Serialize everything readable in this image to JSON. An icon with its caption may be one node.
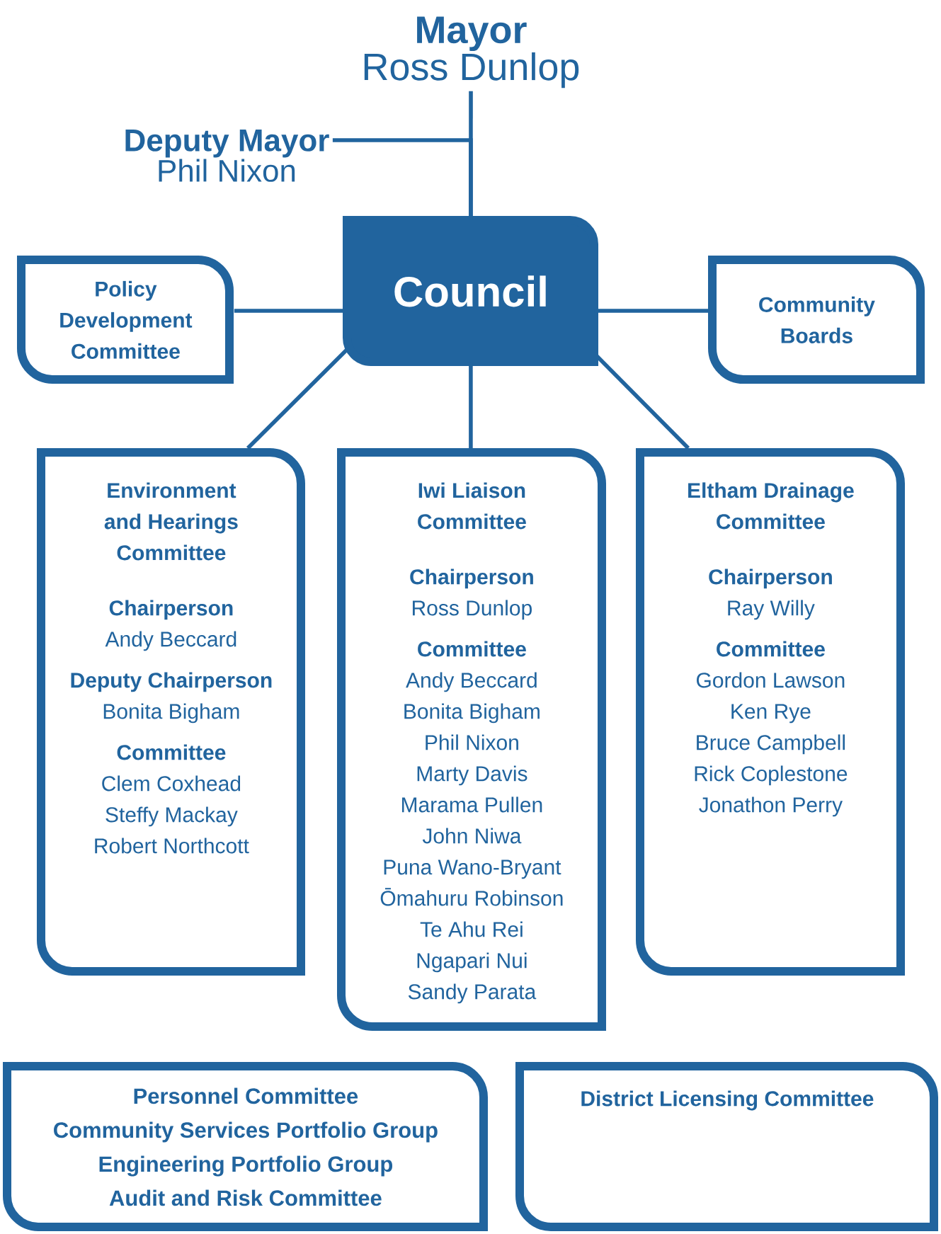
{
  "diagram": {
    "nodes": [
      {
        "text": [
          "Mayor",
          "Ross Dunlop"
        ]
      },
      {
        "text": [
          "Deputy Mayor",
          "Phil Nixon"
        ]
      },
      {
        "text": [
          "Council"
        ]
      },
      {
        "text": [
          "Policy Development Committee"
        ]
      },
      {
        "text": [
          "Community Boards"
        ]
      },
      {
        "text": [
          "Environment and Hearings Committee",
          "Chairperson",
          "Andy Beccard",
          "Deputy Chairperson",
          "Bonita Bigham",
          "Committee",
          "Clem Coxhead",
          "Steffy Mackay",
          "Robert Northcott"
        ]
      },
      {
        "text": [
          "Iwi Liaison Committee",
          "Chairperson",
          "Ross Dunlop",
          "Committee",
          "Andy Beccard",
          "Bonita Bigham",
          "Phil Nixon",
          "Marty Davis",
          "Marama Pullen",
          "John Niwa",
          "Puna Wano-Bryant",
          "Ōmahuru Robinson",
          "Te Ahu Rei",
          "Ngapari Nui",
          "Sandy Parata"
        ]
      },
      {
        "text": [
          "Eltham Drainage Committee",
          "Chairperson",
          "Ray Willy",
          "Committee",
          "Gordon Lawson",
          "Ken Rye",
          "Bruce Campbell",
          "Rick Coplestone",
          "Jonathon Perry"
        ]
      },
      {
        "text": [
          "Personnel Committee",
          "Community Services Portfolio Group",
          "Engineering Portfolio Group",
          "Audit and Risk Committee"
        ]
      },
      {
        "text": [
          "District Licensing Committee"
        ]
      }
    ],
    "edges": [
      {
        "from": 0,
        "to": 2,
        "arrow": "none"
      },
      {
        "from": 1,
        "to": 2,
        "arrow": "none"
      },
      {
        "from": 2,
        "to": 3,
        "arrow": "none"
      },
      {
        "from": 2,
        "to": 4,
        "arrow": "none"
      },
      {
        "from": 2,
        "to": 5,
        "arrow": "none"
      },
      {
        "from": 2,
        "to": 6,
        "arrow": "none"
      },
      {
        "from": 2,
        "to": 7,
        "arrow": "none"
      }
    ]
  }
}
